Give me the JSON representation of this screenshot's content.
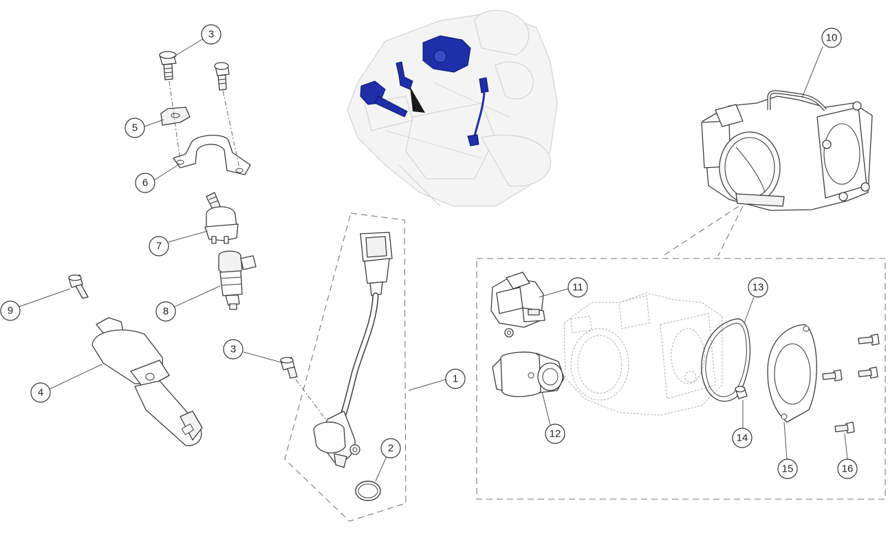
{
  "callouts": [
    {
      "id": "callout-3a",
      "label": "3"
    },
    {
      "id": "callout-3b",
      "label": "3"
    },
    {
      "id": "callout-5",
      "label": "5"
    },
    {
      "id": "callout-6",
      "label": "6"
    },
    {
      "id": "callout-7",
      "label": "7"
    },
    {
      "id": "callout-8",
      "label": "8"
    },
    {
      "id": "callout-9",
      "label": "9"
    },
    {
      "id": "callout-4",
      "label": "4"
    },
    {
      "id": "callout-1",
      "label": "1"
    },
    {
      "id": "callout-2",
      "label": "2"
    },
    {
      "id": "callout-10",
      "label": "10"
    },
    {
      "id": "callout-11",
      "label": "11"
    },
    {
      "id": "callout-12",
      "label": "12"
    },
    {
      "id": "callout-13",
      "label": "13"
    },
    {
      "id": "callout-14",
      "label": "14"
    },
    {
      "id": "callout-15",
      "label": "15"
    },
    {
      "id": "callout-16",
      "label": "16"
    }
  ],
  "colors": {
    "highlight": "#1f2fa8",
    "ghost_engine": "#d2d2d2",
    "line": "#3a3a3a"
  }
}
